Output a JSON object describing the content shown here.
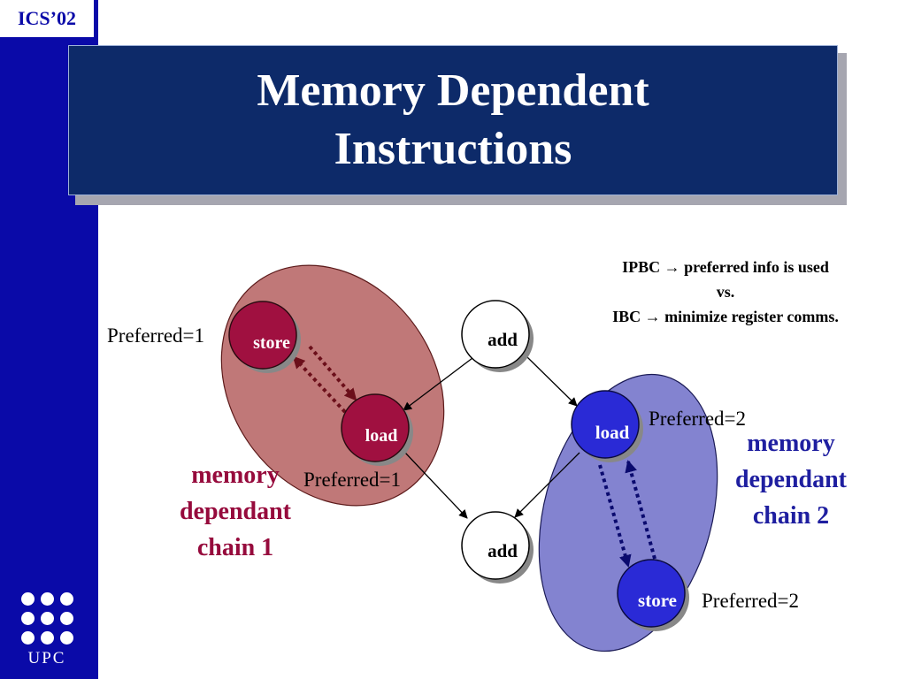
{
  "sidebar": {
    "conference": "ICS’02",
    "logo_text": "UPC"
  },
  "title": {
    "line1": "Memory Dependent",
    "line2": "Instructions"
  },
  "note": {
    "line1": "IPBC → preferred info is used",
    "line2": "vs.",
    "line3": "IBC → minimize register comms."
  },
  "diagram": {
    "nodes": {
      "store1": "store",
      "load1": "load",
      "add_top": "add",
      "add_bottom": "add",
      "load2": "load",
      "store2": "store"
    },
    "preferred": {
      "store1": "Preferred=1",
      "load1": "Preferred=1",
      "load2": "Preferred=2",
      "store2": "Preferred=2"
    },
    "chain1": [
      "memory",
      "dependant",
      "chain 1"
    ],
    "chain2": [
      "memory",
      "dependant",
      "chain 2"
    ]
  },
  "colors": {
    "sidebar": "#0a0aa8",
    "title_bg": "#0d2a69",
    "chain1_fill": "#c07878",
    "chain1_node": "#a01040",
    "chain1_text": "#960a3c",
    "chain2_fill": "#8383d0",
    "chain2_node": "#2a2ad6",
    "chain2_text": "#1f1fa0"
  }
}
